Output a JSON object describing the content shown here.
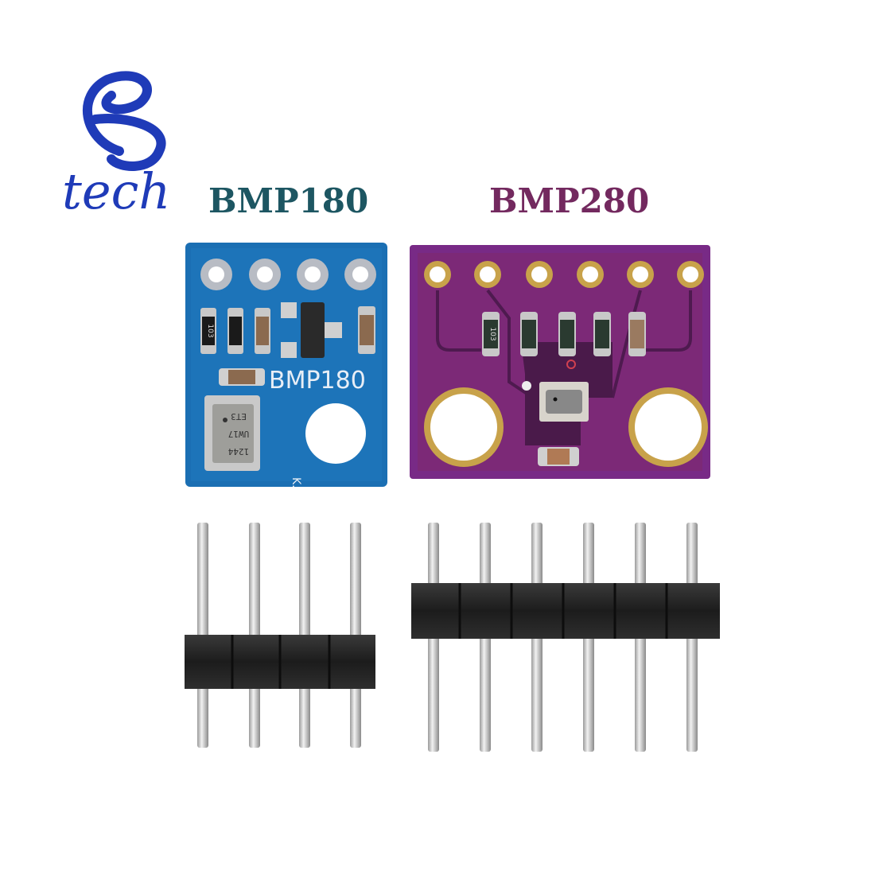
{
  "logo": {
    "text": "tech",
    "letter": "e",
    "color": "#1f3bb8"
  },
  "labels": {
    "left_title": "BMP180",
    "right_title": "BMP280",
    "left_color": "#1d5662",
    "right_color": "#73295f"
  },
  "bmp180_board": {
    "color": "#1b6fb3",
    "silkscreen": "BMP180",
    "resistor_marking": "103",
    "sensor_marking": [
      "ET3",
      "UW17",
      "1244"
    ],
    "corner_mark": "K.",
    "pin_count": 4
  },
  "bmp280_board": {
    "color": "#782a86",
    "resistor_marking": "103",
    "pin_count": 6
  },
  "headers": {
    "left_pins": 4,
    "right_pins": 6
  }
}
